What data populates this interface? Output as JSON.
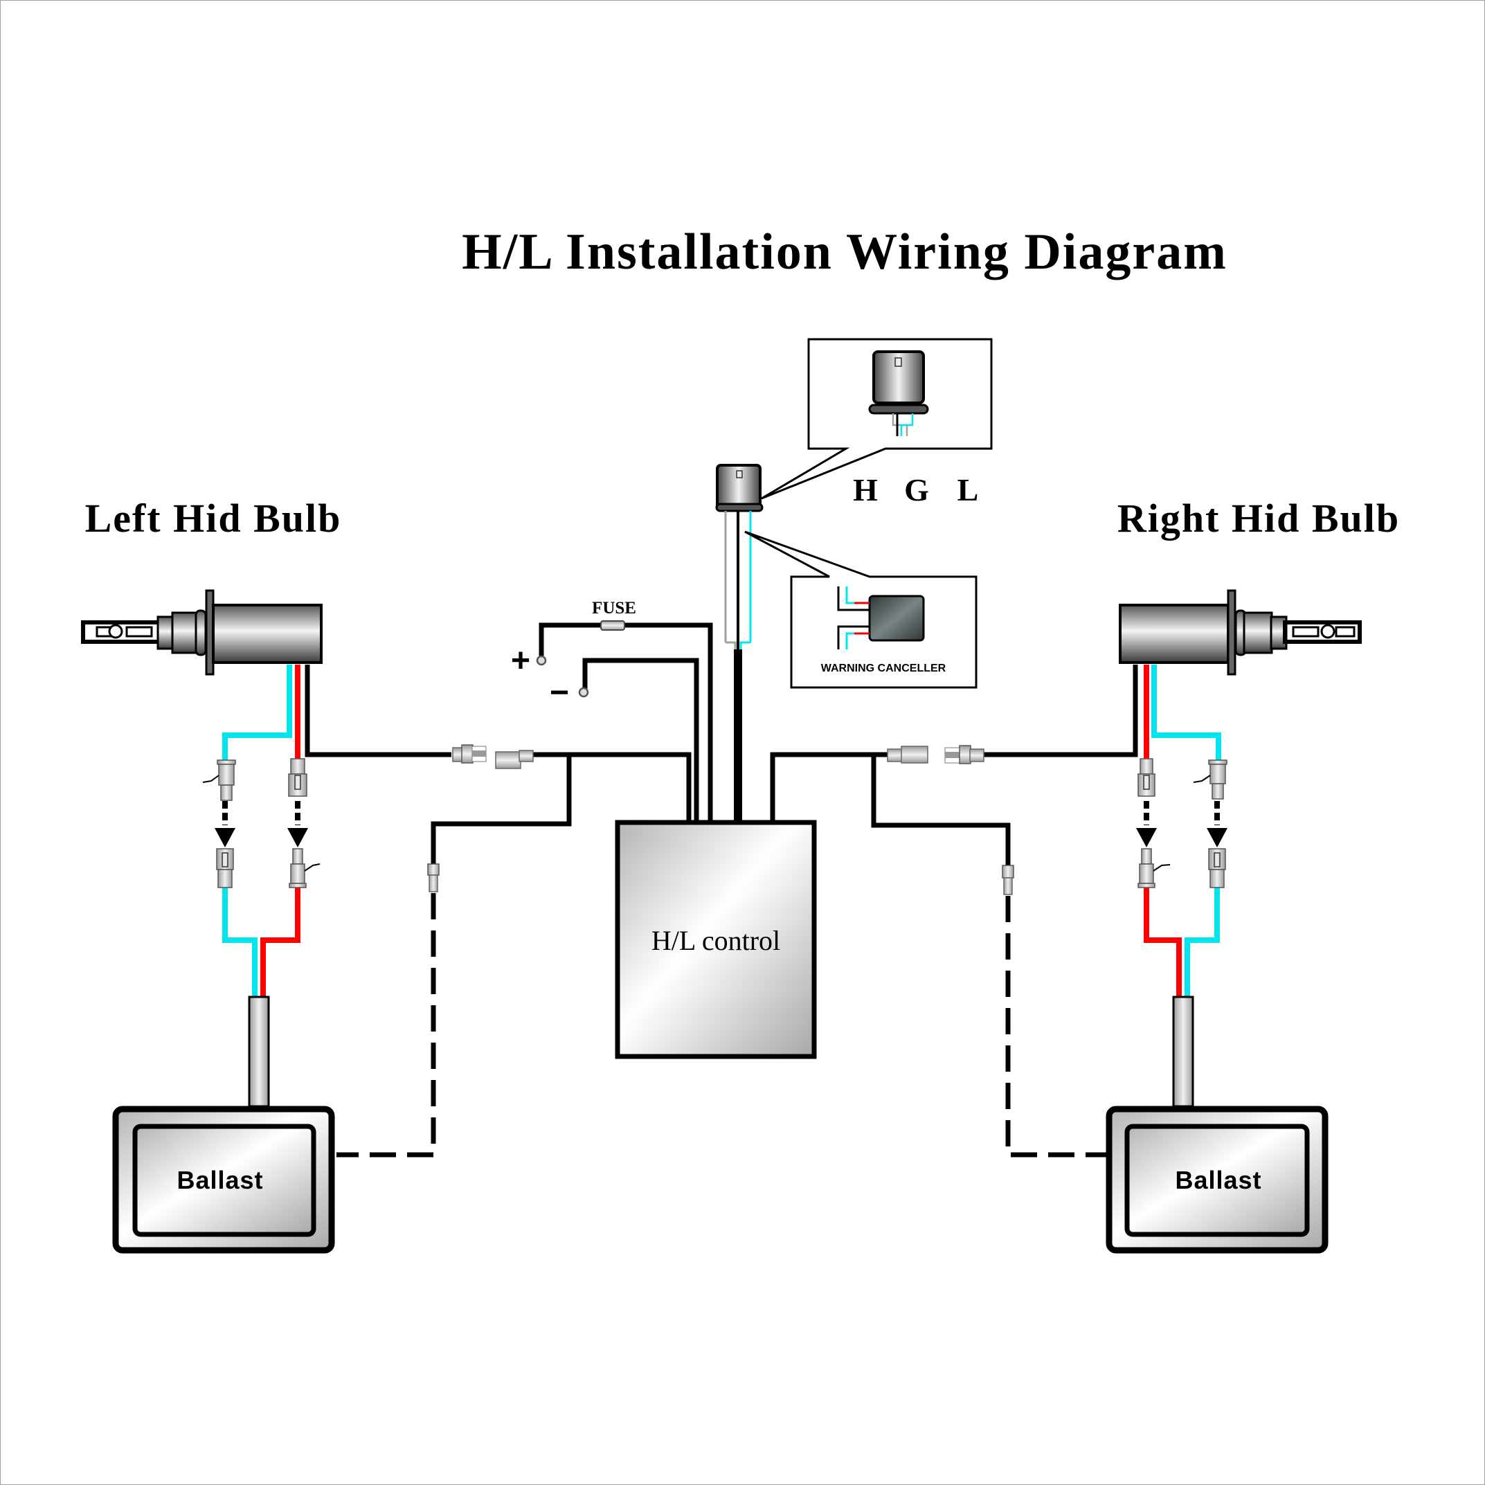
{
  "title": "H/L Installation Wiring Diagram",
  "labels": {
    "left_bulb": "Left Hid Bulb",
    "right_bulb": "Right Hid Bulb",
    "relay_pins": [
      "H",
      "G",
      "L"
    ],
    "fuse": "FUSE",
    "plus": "+",
    "minus": "−",
    "warning_canceller": "WARNING CANCELLER",
    "control": "H/L control",
    "ballast_left": "Ballast",
    "ballast_right": "Ballast"
  },
  "colors": {
    "wire_black": "#000000",
    "wire_cyan": "#00e5ee",
    "wire_red": "#ff0000",
    "wire_grey": "#a0a0a0",
    "canceller_body": "#4a5252"
  }
}
